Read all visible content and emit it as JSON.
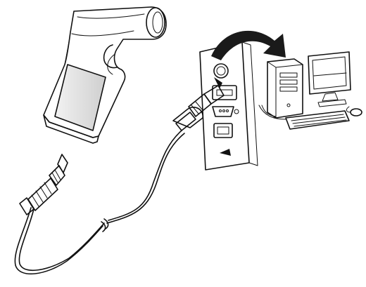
{
  "diagram": {
    "type": "illustration",
    "elements": [
      "barcode-scanner",
      "cable",
      "usb-connector",
      "rj45-connector",
      "computer-back-panel",
      "usb-port",
      "ps2-port",
      "serial-port",
      "ethernet-port",
      "curved-arrow",
      "desktop-computer",
      "monitor",
      "keyboard",
      "mouse"
    ],
    "colors": {
      "ink": "#111111",
      "shadow": "#d9d9d9",
      "arrow": "#1a1a1a",
      "background": "#ffffff"
    }
  }
}
